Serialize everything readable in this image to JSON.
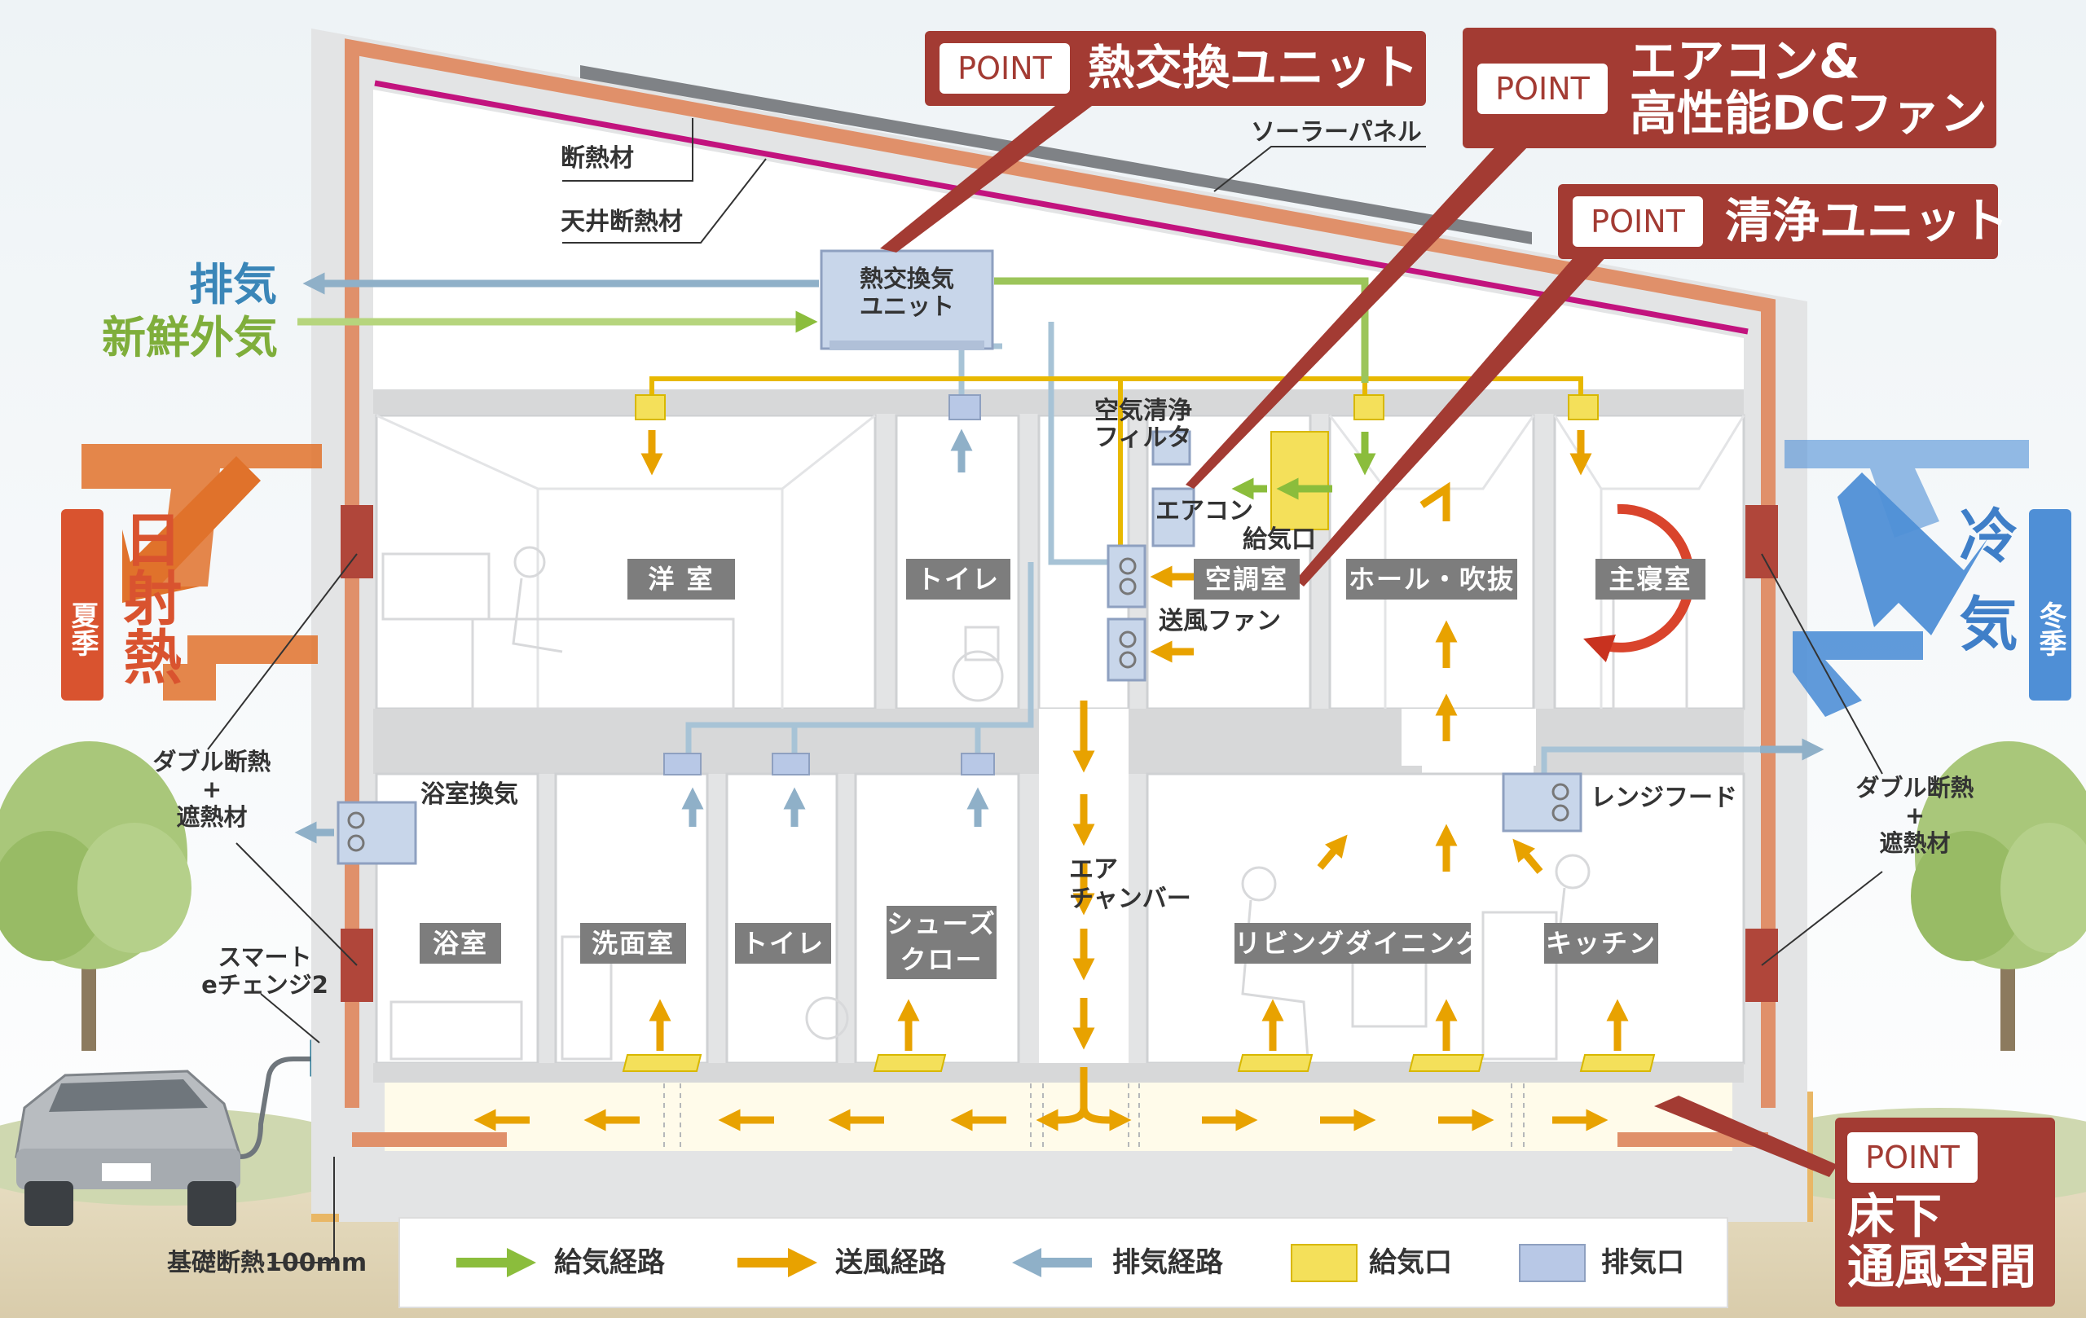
{
  "colors": {
    "supply": "#8bbd3c",
    "circulation": "#e8a200",
    "exhaust": "#8fb0c8",
    "supply_vent": "#f4e05a",
    "exhaust_vent": "#b8c8e6",
    "point_red": "#a33b33",
    "solar_heat": "#e0722b",
    "cold_air": "#4f8fd6"
  },
  "callouts": {
    "point_label": "POINT",
    "heat_exchange": "熱交換ユニット",
    "aircon_line1": "エアコン&",
    "aircon_line2": "高性能DCファン",
    "purify": "清浄ユニット",
    "underfloor_line1": "床下",
    "underfloor_line2": "通風空間"
  },
  "roof": {
    "insulation": "断熱材",
    "ceiling_insulation": "天井断熱材",
    "solar_panel": "ソーラーパネル"
  },
  "outside": {
    "exhaust": "排気",
    "fresh_air": "新鮮外気",
    "summer": "夏季",
    "solar_heat": "日射熱",
    "winter": "冬季",
    "cold_air": "冷気",
    "double_insulation_left": "ダブル断熱\n+\n遮熱材",
    "double_insulation_right": "ダブル断熱\n+\n遮熱材",
    "smart_echange": "スマート\neチェンジ2",
    "foundation_insulation": "基礎断熱100mm"
  },
  "units": {
    "heat_exchange_unit": "熱交換気\nユニット",
    "air_filter": "空気清浄\nフィルタ",
    "aircon": "エアコン",
    "supply_port": "給気口",
    "blower_fan": "送風ファン",
    "bath_ventilation": "浴室換気",
    "range_hood": "レンジフード",
    "air_chamber": "エア\nチャンバー"
  },
  "rooms": {
    "western_room": "洋 室",
    "toilet_upper": "トイレ",
    "hvac_room": "空調室",
    "hall": "ホール・吹抜",
    "master_bedroom": "主寝室",
    "bathroom": "浴室",
    "washroom": "洗面室",
    "toilet_lower": "トイレ",
    "shoe_closet": "シューズ\nクローク",
    "living_dining": "リビングダイニング",
    "kitchen": "キッチン"
  },
  "legend": {
    "supply_route": "給気経路",
    "circulation_route": "送風経路",
    "exhaust_route": "排気経路",
    "supply_vent": "給気口",
    "exhaust_vent": "排気口"
  }
}
